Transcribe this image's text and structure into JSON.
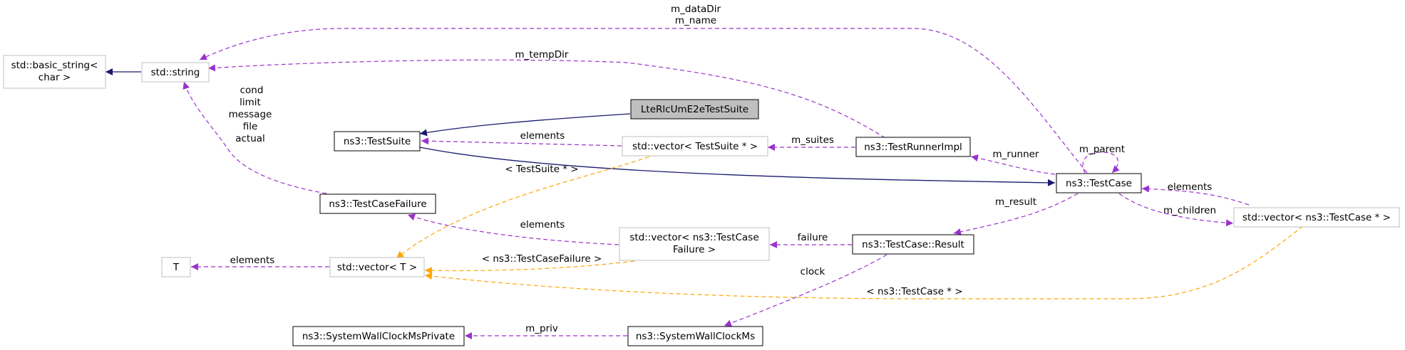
{
  "diagram": {
    "nodes": {
      "basic_string_l1": "std::basic_string<",
      "basic_string_l2": "char >",
      "string": "std::string",
      "lte_suite": "LteRlcUmE2eTestSuite",
      "test_suite": "ns3::TestSuite",
      "vec_testsuite": "std::vector< TestSuite * >",
      "runner_impl": "ns3::TestRunnerImpl",
      "test_case": "ns3::TestCase",
      "vec_testcase": "std::vector< ns3::TestCase * >",
      "test_case_failure": "ns3::TestCaseFailure",
      "vec_failure_l1": "std::vector< ns3::TestCase",
      "vec_failure_l2": "Failure >",
      "result": "ns3::TestCase::Result",
      "t": "T",
      "vec_t": "std::vector< T >",
      "wallclock_private": "ns3::SystemWallClockMsPrivate",
      "wallclock": "ns3::SystemWallClockMs"
    },
    "edge_labels": {
      "datadir": "m_dataDir",
      "name": "m_name",
      "tempdir": "m_tempDir",
      "cond": "cond",
      "limit": "limit",
      "message": "message",
      "file": "file",
      "actual": "actual",
      "suite_elements": "elements",
      "suites": "m_suites",
      "testsuite_template": "< TestSuite * >",
      "parent": "m_parent",
      "runner": "m_runner",
      "case_elements": "elements",
      "children": "m_children",
      "result": "m_result",
      "failure_elements": "elements",
      "failure": "failure",
      "failure_template": "< ns3::TestCaseFailure >",
      "t_elements": "elements",
      "testcase_template": "< ns3::TestCase * >",
      "clock": "clock",
      "priv": "m_priv"
    },
    "colors": {
      "inheritance": "#191970",
      "usage": "#9a32cd",
      "template": "#ffa500",
      "node_border_strong": "#000000",
      "node_border_soft": "#bfbfbf",
      "highlight_fill": "#bfbfbf"
    }
  }
}
